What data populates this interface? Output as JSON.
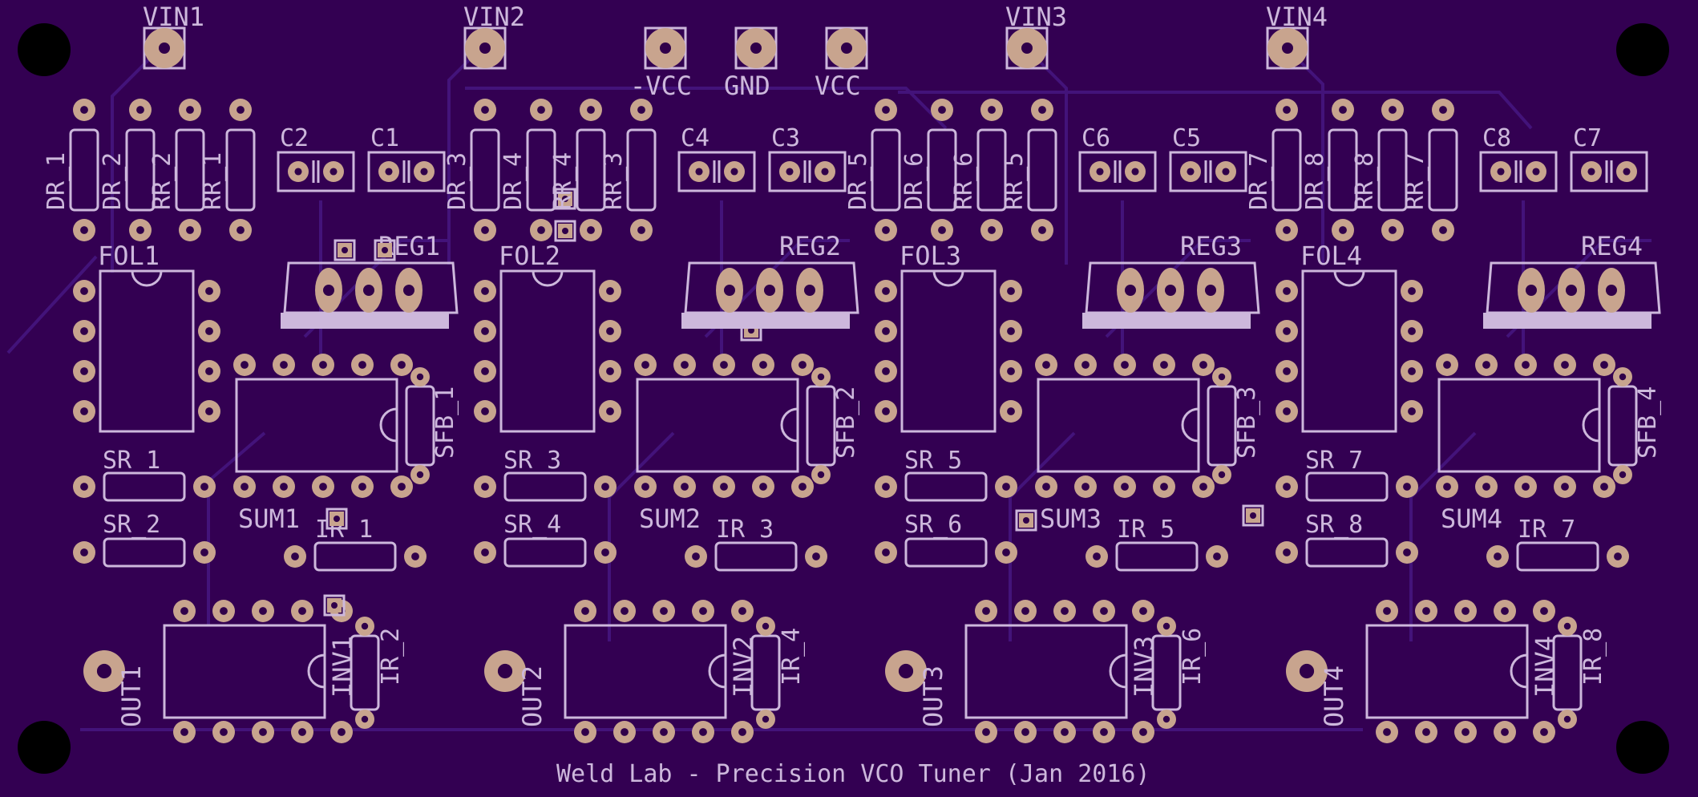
{
  "board": {
    "title": "Weld Lab - Precision VCO Tuner (Jan 2016)",
    "colors": {
      "substrate": "#330052",
      "silkscreen": "#cdb8dc",
      "copper": "#c8a48e",
      "trace": "#43137a",
      "mount_hole": "#000000"
    }
  },
  "labels": {
    "vin1": "VIN1",
    "vin2": "VIN2",
    "vin3": "VIN3",
    "vin4": "VIN4",
    "nvcc": "-VCC",
    "gnd": "GND",
    "vcc": "VCC",
    "c1": "C1",
    "c2": "C2",
    "c3": "C3",
    "c4": "C4",
    "c5": "C5",
    "c6": "C6",
    "c7": "C7",
    "c8": "C8",
    "dr1": "DR_1",
    "dr2": "DR_2",
    "dr3": "DR_3",
    "dr4": "DR_4",
    "dr5": "DR_5",
    "dr6": "DR_6",
    "dr7": "DR_7",
    "dr8": "DR_8",
    "rr1": "RR_1",
    "rr2": "RR_2",
    "rr3": "RR_3",
    "rr4": "RR_4",
    "rr5": "RR_5",
    "rr6": "RR_6",
    "rr7": "RR_7",
    "rr8": "RR_8",
    "fol1": "FOL1",
    "fol2": "FOL2",
    "fol3": "FOL3",
    "fol4": "FOL4",
    "reg1": "REG1",
    "reg2": "REG2",
    "reg3": "REG3",
    "reg4": "REG4",
    "sfb1": "SFB_1",
    "sfb2": "SFB_2",
    "sfb3": "SFB_3",
    "sfb4": "SFB_4",
    "sr1": "SR_1",
    "sr2": "SR_2",
    "sr3": "SR_3",
    "sr4": "SR_4",
    "sr5": "SR_5",
    "sr6": "SR_6",
    "sr7": "SR_7",
    "sr8": "SR_8",
    "sum1": "SUM1",
    "sum2": "SUM2",
    "sum3": "SUM3",
    "sum4": "SUM4",
    "ir1": "IR_1",
    "ir2": "IR_2",
    "ir3": "IR_3",
    "ir4": "IR_4",
    "ir5": "IR_5",
    "ir6": "IR_6",
    "ir7": "IR_7",
    "ir8": "IR_8",
    "inv1": "INV1",
    "inv2": "INV2",
    "inv3": "INV3",
    "inv4": "INV4",
    "out1": "OUT1",
    "out2": "OUT2",
    "out3": "OUT3",
    "out4": "OUT4"
  }
}
